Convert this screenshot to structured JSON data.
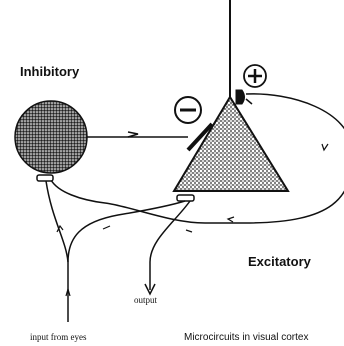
{
  "labels": {
    "inhibitory": "Inhibitory",
    "excitatory": "Excitatory",
    "output": "output",
    "input": "input from eyes",
    "caption": "Microcircuits in visual cortex"
  },
  "symbols": {
    "minus": "−",
    "plus": "+"
  },
  "colors": {
    "ink": "#111111",
    "paper": "#ffffff",
    "stipple": "#2a2a2a"
  }
}
